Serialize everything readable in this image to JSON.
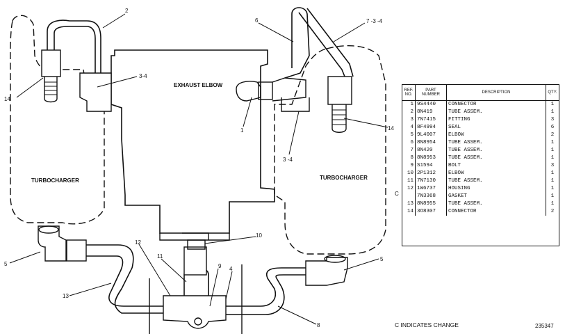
{
  "labels": {
    "exhaust_elbow": "EXHAUST ELBOW",
    "turbo_left": "TURBOCHARGER",
    "turbo_right": "TURBOCHARGER",
    "callout_2": "2",
    "callout_14_left": "14",
    "callout_3_4_top": "3-4",
    "callout_6": "6",
    "callout_7_3_4": "7 -3 -4",
    "callout_14_right": "14",
    "callout_1": "1",
    "callout_3_4_mid": "3 -4",
    "callout_10": "10",
    "callout_12": "12",
    "callout_11": "11",
    "callout_9": "9",
    "callout_4": "4",
    "callout_5_left": "5",
    "callout_5_right": "5",
    "callout_13": "13",
    "callout_8": "8"
  },
  "table": {
    "headers": {
      "ref": "REF. NO.",
      "part": "PART NUMBER",
      "desc": "DESCRIPTION",
      "qty": "QTY."
    },
    "rows": [
      {
        "no": "1",
        "part": "9S4440",
        "desc": "CONNECTOR",
        "qty": "1"
      },
      {
        "no": "2",
        "part": "8N419",
        "desc": "TUBE ASSEM.",
        "qty": "1"
      },
      {
        "no": "3",
        "part": "7N7415",
        "desc": "FITTING",
        "qty": "3"
      },
      {
        "no": "4",
        "part": "8F4994",
        "desc": "SEAL",
        "qty": "6"
      },
      {
        "no": "5",
        "part": "9L4007",
        "desc": "ELBOW",
        "qty": "2"
      },
      {
        "no": "6",
        "part": "8N8954",
        "desc": "TUBE ASSEM.",
        "qty": "1"
      },
      {
        "no": "7",
        "part": "8N420",
        "desc": "TUBE ASSEM.",
        "qty": "1"
      },
      {
        "no": "8",
        "part": "8N8953",
        "desc": "TUBE ASSEM.",
        "qty": "1"
      },
      {
        "no": "9",
        "part": "S1594",
        "desc": "BOLT",
        "qty": "3"
      },
      {
        "no": "10",
        "part": "2P1312",
        "desc": "ELBOW",
        "qty": "1"
      },
      {
        "no": "11",
        "part": "7N7130",
        "desc": "TUBE ASSEM.",
        "qty": "1"
      },
      {
        "no": "12",
        "part": "1W6737",
        "desc": "HOUSING",
        "qty": "1"
      },
      {
        "no": "",
        "part": "7N3368",
        "desc": "GASKET",
        "qty": "1"
      },
      {
        "no": "13",
        "part": "8N8955",
        "desc": "TUBE ASSEM.",
        "qty": "1"
      },
      {
        "no": "14",
        "part": "3O8307",
        "desc": "CONNECTOR",
        "qty": "2"
      }
    ],
    "c_marker": "C"
  },
  "footnote": "C INDICATES CHANGE",
  "image_number": "235347"
}
